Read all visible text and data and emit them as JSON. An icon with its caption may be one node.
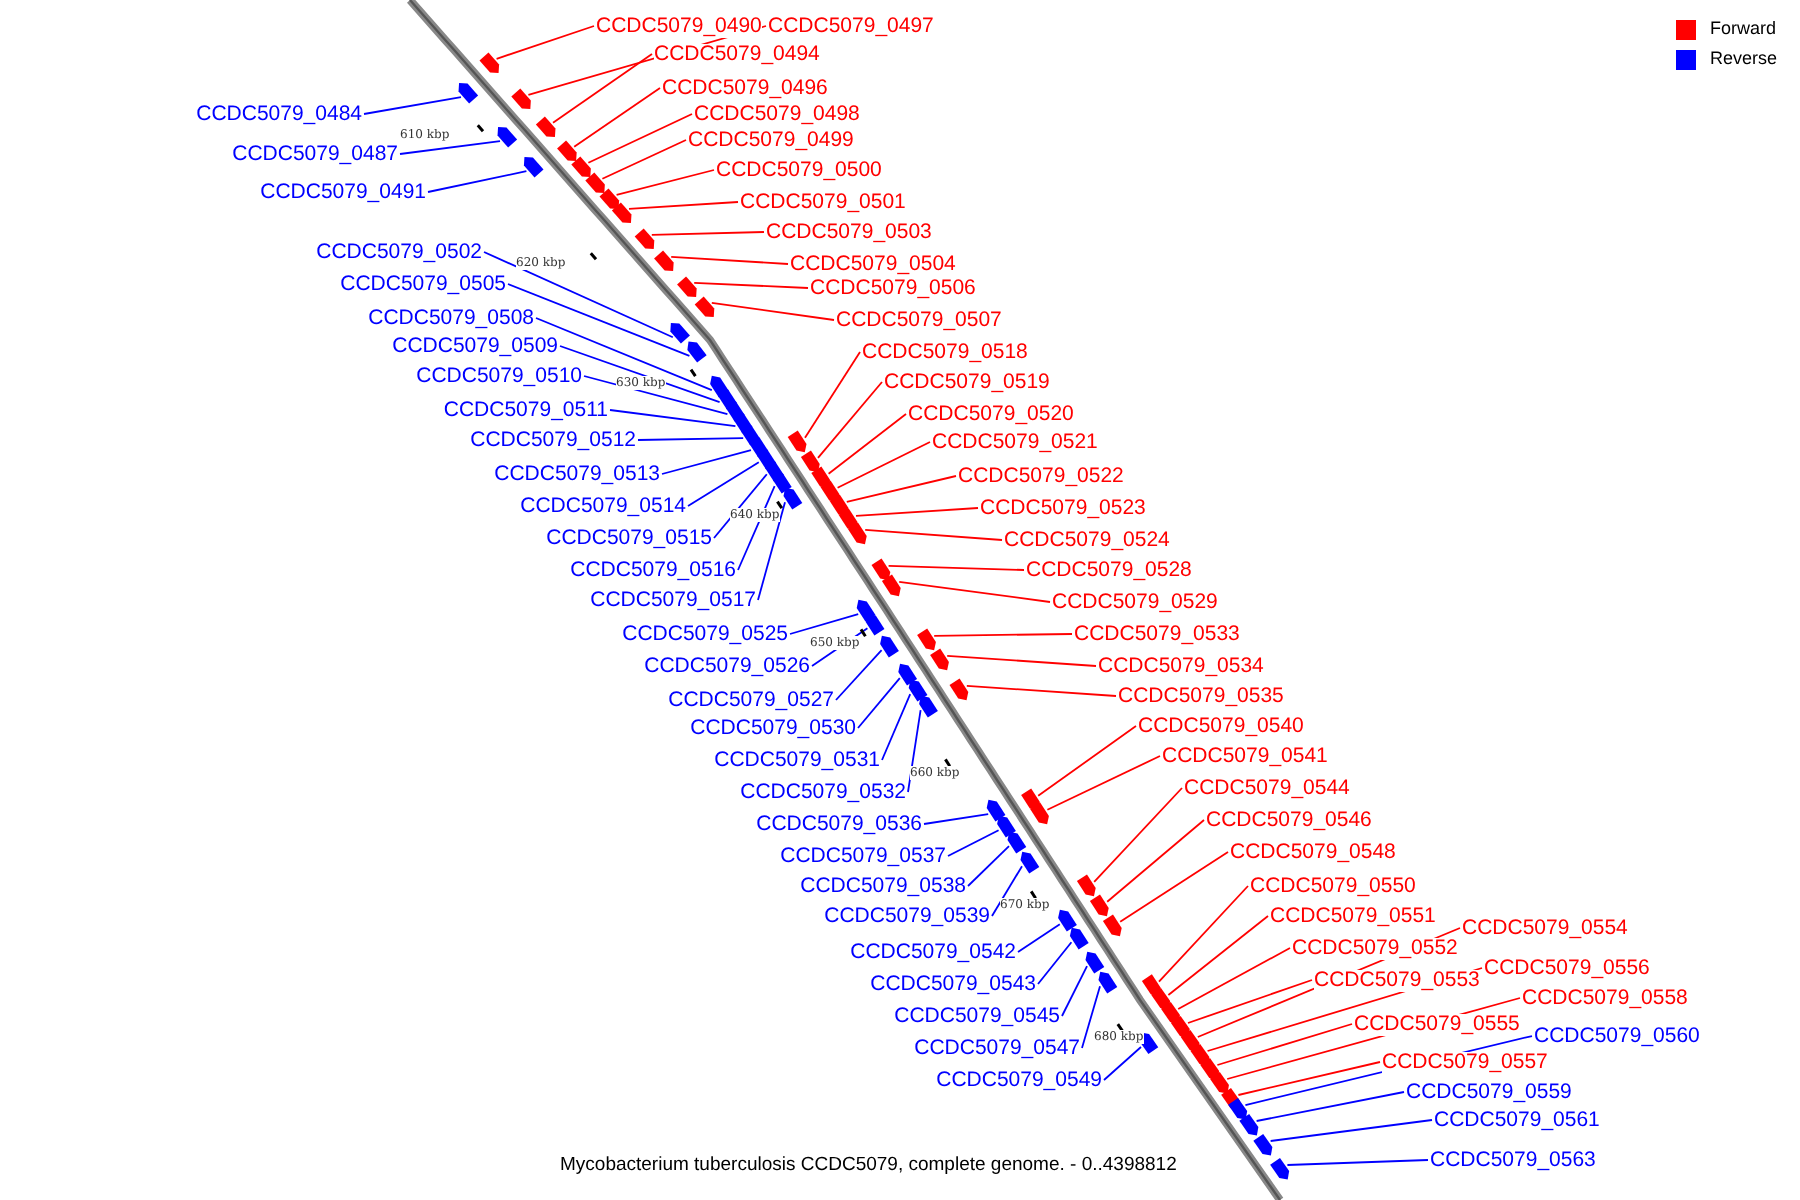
{
  "diagram": {
    "caption": "Mycobacterium tuberculosis CCDC5079, complete genome. - 0..4398812",
    "nodes": [
      {
        "text": [
          "CCDC5079_0490"
        ]
      },
      {
        "text": [
          "CCDC5079_0497"
        ]
      },
      {
        "text": [
          "CCDC5079_0494"
        ]
      },
      {
        "text": [
          "CCDC5079_0496"
        ]
      },
      {
        "text": [
          "CCDC5079_0498"
        ]
      },
      {
        "text": [
          "CCDC5079_0499"
        ]
      },
      {
        "text": [
          "CCDC5079_0500"
        ]
      },
      {
        "text": [
          "CCDC5079_0501"
        ]
      },
      {
        "text": [
          "CCDC5079_0503"
        ]
      },
      {
        "text": [
          "CCDC5079_0504"
        ]
      },
      {
        "text": [
          "CCDC5079_0506"
        ]
      },
      {
        "text": [
          "CCDC5079_0507"
        ]
      },
      {
        "text": [
          "CCDC5079_0518"
        ]
      },
      {
        "text": [
          "CCDC5079_0519"
        ]
      },
      {
        "text": [
          "CCDC5079_0520"
        ]
      },
      {
        "text": [
          "CCDC5079_0521"
        ]
      },
      {
        "text": [
          "CCDC5079_0522"
        ]
      },
      {
        "text": [
          "CCDC5079_0523"
        ]
      },
      {
        "text": [
          "CCDC5079_0524"
        ]
      },
      {
        "text": [
          "CCDC5079_0528"
        ]
      },
      {
        "text": [
          "CCDC5079_0529"
        ]
      },
      {
        "text": [
          "CCDC5079_0533"
        ]
      },
      {
        "text": [
          "CCDC5079_0534"
        ]
      },
      {
        "text": [
          "CCDC5079_0535"
        ]
      },
      {
        "text": [
          "CCDC5079_0540"
        ]
      },
      {
        "text": [
          "CCDC5079_0541"
        ]
      },
      {
        "text": [
          "CCDC5079_0544"
        ]
      },
      {
        "text": [
          "CCDC5079_0546"
        ]
      },
      {
        "text": [
          "CCDC5079_0548"
        ]
      },
      {
        "text": [
          "CCDC5079_0550"
        ]
      },
      {
        "text": [
          "CCDC5079_0551"
        ]
      },
      {
        "text": [
          "CCDC5079_0552"
        ]
      },
      {
        "text": [
          "CCDC5079_0553"
        ]
      },
      {
        "text": [
          "CCDC5079_0554"
        ]
      },
      {
        "text": [
          "CCDC5079_0556"
        ]
      },
      {
        "text": [
          "CCDC5079_0555"
        ]
      },
      {
        "text": [
          "CCDC5079_0558"
        ]
      },
      {
        "text": [
          "CCDC5079_0557"
        ]
      },
      {
        "text": [
          "CCDC5079_0484"
        ]
      },
      {
        "text": [
          "CCDC5079_0487"
        ]
      },
      {
        "text": [
          "CCDC5079_0491"
        ]
      },
      {
        "text": [
          "CCDC5079_0502"
        ]
      },
      {
        "text": [
          "CCDC5079_0505"
        ]
      },
      {
        "text": [
          "CCDC5079_0508"
        ]
      },
      {
        "text": [
          "CCDC5079_0509"
        ]
      },
      {
        "text": [
          "CCDC5079_0510"
        ]
      },
      {
        "text": [
          "CCDC5079_0511"
        ]
      },
      {
        "text": [
          "CCDC5079_0512"
        ]
      },
      {
        "text": [
          "CCDC5079_0513"
        ]
      },
      {
        "text": [
          "CCDC5079_0514"
        ]
      },
      {
        "text": [
          "CCDC5079_0515"
        ]
      },
      {
        "text": [
          "CCDC5079_0516"
        ]
      },
      {
        "text": [
          "CCDC5079_0517"
        ]
      },
      {
        "text": [
          "CCDC5079_0525"
        ]
      },
      {
        "text": [
          "CCDC5079_0526"
        ]
      },
      {
        "text": [
          "CCDC5079_0527"
        ]
      },
      {
        "text": [
          "CCDC5079_0530"
        ]
      },
      {
        "text": [
          "CCDC5079_0531"
        ]
      },
      {
        "text": [
          "CCDC5079_0532"
        ]
      },
      {
        "text": [
          "CCDC5079_0536"
        ]
      },
      {
        "text": [
          "CCDC5079_0537"
        ]
      },
      {
        "text": [
          "CCDC5079_0538"
        ]
      },
      {
        "text": [
          "CCDC5079_0539"
        ]
      },
      {
        "text": [
          "CCDC5079_0542"
        ]
      },
      {
        "text": [
          "CCDC5079_0543"
        ]
      },
      {
        "text": [
          "CCDC5079_0545"
        ]
      },
      {
        "text": [
          "CCDC5079_0547"
        ]
      },
      {
        "text": [
          "CCDC5079_0549"
        ]
      },
      {
        "text": [
          "CCDC5079_0560"
        ]
      },
      {
        "text": [
          "CCDC5079_0559"
        ]
      },
      {
        "text": [
          "CCDC5079_0561"
        ]
      },
      {
        "text": [
          "CCDC5079_0563"
        ]
      },
      {
        "text": [],
        "shape": "box"
      },
      {
        "text": [],
        "shape": "box"
      },
      {
        "text": [],
        "shape": "box"
      },
      {
        "text": [],
        "shape": "box"
      },
      {
        "text": [],
        "shape": "box"
      },
      {
        "text": [],
        "shape": "box"
      },
      {
        "text": [],
        "shape": "box"
      },
      {
        "text": [],
        "shape": "box"
      },
      {
        "text": [],
        "shape": "box"
      },
      {
        "text": [],
        "shape": "box"
      },
      {
        "text": [],
        "shape": "box"
      },
      {
        "text": [],
        "shape": "box"
      },
      {
        "text": [],
        "shape": "box"
      },
      {
        "text": [],
        "shape": "box"
      },
      {
        "text": [],
        "shape": "box"
      },
      {
        "text": [],
        "shape": "box"
      },
      {
        "text": [],
        "shape": "box"
      },
      {
        "text": [],
        "shape": "box"
      },
      {
        "text": [],
        "shape": "box"
      },
      {
        "text": [],
        "shape": "box"
      },
      {
        "text": [],
        "shape": "box"
      },
      {
        "text": [],
        "shape": "box"
      },
      {
        "text": [],
        "shape": "box"
      },
      {
        "text": [],
        "shape": "box"
      },
      {
        "text": [],
        "shape": "box"
      },
      {
        "text": [],
        "shape": "box"
      },
      {
        "text": [],
        "shape": "box"
      },
      {
        "text": [],
        "shape": "box"
      },
      {
        "text": [],
        "shape": "box"
      },
      {
        "text": [],
        "shape": "box"
      },
      {
        "text": [],
        "shape": "box"
      },
      {
        "text": [],
        "shape": "box"
      },
      {
        "text": [],
        "shape": "box"
      },
      {
        "text": [],
        "shape": "box"
      },
      {
        "text": [],
        "shape": "box"
      },
      {
        "text": [],
        "shape": "box"
      },
      {
        "text": [],
        "shape": "box"
      },
      {
        "text": [],
        "shape": "box"
      },
      {
        "text": [],
        "shape": "box"
      },
      {
        "text": [],
        "shape": "box"
      },
      {
        "text": [],
        "shape": "box"
      },
      {
        "text": [],
        "shape": "box"
      },
      {
        "text": [],
        "shape": "box"
      },
      {
        "text": [],
        "shape": "box"
      },
      {
        "text": [],
        "shape": "box"
      },
      {
        "text": [],
        "shape": "box"
      },
      {
        "text": [],
        "shape": "box"
      },
      {
        "text": [],
        "shape": "box"
      },
      {
        "text": [],
        "shape": "box"
      },
      {
        "text": [],
        "shape": "box"
      },
      {
        "text": [],
        "shape": "box"
      },
      {
        "text": [],
        "shape": "box"
      },
      {
        "text": [],
        "shape": "box"
      },
      {
        "text": [],
        "shape": "box"
      },
      {
        "text": [],
        "shape": "box"
      },
      {
        "text": [],
        "shape": "box"
      },
      {
        "text": [],
        "shape": "box"
      },
      {
        "text": [],
        "shape": "box"
      },
      {
        "text": [],
        "shape": "box"
      },
      {
        "text": [],
        "shape": "box"
      },
      {
        "text": [],
        "shape": "box"
      },
      {
        "text": [],
        "shape": "box"
      },
      {
        "text": [],
        "shape": "box"
      },
      {
        "text": [],
        "shape": "box"
      },
      {
        "text": [],
        "shape": "box"
      },
      {
        "text": [],
        "shape": "box"
      },
      {
        "text": [],
        "shape": "box"
      },
      {
        "text": [],
        "shape": "box"
      },
      {
        "text": [],
        "shape": "box"
      },
      {
        "text": [],
        "shape": "box"
      },
      {
        "text": [],
        "shape": "box"
      },
      {
        "text": [],
        "shape": "box"
      }
    ],
    "edges": [
      {
        "from": 0,
        "to": 72,
        "arrow": "none"
      },
      {
        "from": 1,
        "to": 73,
        "arrow": "none"
      },
      {
        "from": 2,
        "to": 74,
        "arrow": "none"
      },
      {
        "from": 3,
        "to": 75,
        "arrow": "none"
      },
      {
        "from": 4,
        "to": 76,
        "arrow": "none"
      },
      {
        "from": 5,
        "to": 77,
        "arrow": "none"
      },
      {
        "from": 6,
        "to": 78,
        "arrow": "none"
      },
      {
        "from": 7,
        "to": 79,
        "arrow": "none"
      },
      {
        "from": 8,
        "to": 80,
        "arrow": "none"
      },
      {
        "from": 9,
        "to": 81,
        "arrow": "none"
      },
      {
        "from": 10,
        "to": 82,
        "arrow": "none"
      },
      {
        "from": 11,
        "to": 83,
        "arrow": "none"
      },
      {
        "from": 12,
        "to": 84,
        "arrow": "none"
      },
      {
        "from": 13,
        "to": 85,
        "arrow": "none"
      },
      {
        "from": 14,
        "to": 86,
        "arrow": "none"
      },
      {
        "from": 15,
        "to": 87,
        "arrow": "none"
      },
      {
        "from": 16,
        "to": 88,
        "arrow": "none"
      },
      {
        "from": 17,
        "to": 89,
        "arrow": "none"
      },
      {
        "from": 18,
        "to": 90,
        "arrow": "none"
      },
      {
        "from": 19,
        "to": 91,
        "arrow": "none"
      },
      {
        "from": 20,
        "to": 92,
        "arrow": "none"
      },
      {
        "from": 21,
        "to": 93,
        "arrow": "none"
      },
      {
        "from": 22,
        "to": 94,
        "arrow": "none"
      },
      {
        "from": 23,
        "to": 95,
        "arrow": "none"
      },
      {
        "from": 24,
        "to": 96,
        "arrow": "none"
      },
      {
        "from": 25,
        "to": 97,
        "arrow": "none"
      },
      {
        "from": 26,
        "to": 98,
        "arrow": "none"
      },
      {
        "from": 27,
        "to": 99,
        "arrow": "none"
      },
      {
        "from": 28,
        "to": 100,
        "arrow": "none"
      },
      {
        "from": 29,
        "to": 101,
        "arrow": "none"
      },
      {
        "from": 30,
        "to": 102,
        "arrow": "none"
      },
      {
        "from": 31,
        "to": 103,
        "arrow": "none"
      },
      {
        "from": 32,
        "to": 104,
        "arrow": "none"
      },
      {
        "from": 33,
        "to": 105,
        "arrow": "none"
      },
      {
        "from": 34,
        "to": 106,
        "arrow": "none"
      },
      {
        "from": 35,
        "to": 107,
        "arrow": "none"
      },
      {
        "from": 36,
        "to": 108,
        "arrow": "none"
      },
      {
        "from": 37,
        "to": 109,
        "arrow": "none"
      },
      {
        "from": 38,
        "to": 110,
        "arrow": "none",
        "color": "#0000ff"
      },
      {
        "from": 39,
        "to": 111,
        "arrow": "none",
        "color": "#0000ff"
      },
      {
        "from": 40,
        "to": 112,
        "arrow": "none",
        "color": "#0000ff"
      },
      {
        "from": 41,
        "to": 113,
        "arrow": "none",
        "color": "#0000ff"
      },
      {
        "from": 42,
        "to": 114,
        "arrow": "none",
        "color": "#0000ff"
      },
      {
        "from": 43,
        "to": 115,
        "arrow": "none",
        "color": "#0000ff"
      },
      {
        "from": 44,
        "to": 116,
        "arrow": "none",
        "color": "#0000ff"
      },
      {
        "from": 45,
        "to": 117,
        "arrow": "none",
        "color": "#0000ff"
      },
      {
        "from": 46,
        "to": 118,
        "arrow": "none",
        "color": "#0000ff"
      },
      {
        "from": 47,
        "to": 119,
        "arrow": "none",
        "color": "#0000ff"
      },
      {
        "from": 48,
        "to": 120,
        "arrow": "none",
        "color": "#0000ff"
      },
      {
        "from": 49,
        "to": 121,
        "arrow": "none",
        "color": "#0000ff"
      },
      {
        "from": 50,
        "to": 122,
        "arrow": "none",
        "color": "#0000ff"
      },
      {
        "from": 51,
        "to": 123,
        "arrow": "none",
        "color": "#0000ff"
      },
      {
        "from": 52,
        "to": 124,
        "arrow": "none",
        "color": "#0000ff"
      },
      {
        "from": 53,
        "to": 125,
        "arrow": "none",
        "color": "#0000ff"
      },
      {
        "from": 54,
        "to": 126,
        "arrow": "none",
        "color": "#0000ff"
      },
      {
        "from": 55,
        "to": 127,
        "arrow": "none",
        "color": "#0000ff"
      },
      {
        "from": 56,
        "to": 128,
        "arrow": "none",
        "color": "#0000ff"
      },
      {
        "from": 57,
        "to": 129,
        "arrow": "none",
        "color": "#0000ff"
      },
      {
        "from": 58,
        "to": 130,
        "arrow": "none",
        "color": "#0000ff"
      },
      {
        "from": 59,
        "to": 131,
        "arrow": "none",
        "color": "#0000ff"
      },
      {
        "from": 60,
        "to": 132,
        "arrow": "none",
        "color": "#0000ff"
      },
      {
        "from": 61,
        "to": 133,
        "arrow": "none",
        "color": "#0000ff"
      },
      {
        "from": 62,
        "to": 134,
        "arrow": "none",
        "color": "#0000ff"
      },
      {
        "from": 63,
        "to": 135,
        "arrow": "none",
        "color": "#0000ff"
      },
      {
        "from": 64,
        "to": 136,
        "arrow": "none",
        "color": "#0000ff"
      },
      {
        "from": 65,
        "to": 137,
        "arrow": "none",
        "color": "#0000ff"
      },
      {
        "from": 66,
        "to": 138,
        "arrow": "none",
        "color": "#0000ff"
      },
      {
        "from": 67,
        "to": 139,
        "arrow": "none",
        "color": "#0000ff"
      },
      {
        "from": 68,
        "to": 140,
        "arrow": "none",
        "color": "#0000ff"
      },
      {
        "from": 69,
        "to": 141,
        "arrow": "none",
        "color": "#0000ff"
      },
      {
        "from": 70,
        "to": 142,
        "arrow": "none",
        "color": "#0000ff"
      },
      {
        "from": 71,
        "to": 143,
        "arrow": "none",
        "color": "#0000ff"
      }
    ],
    "labels": [
      "610 kbp",
      "620 kbp",
      "630 kbp",
      "640 kbp",
      "650 kbp",
      "660 kbp",
      "670 kbp",
      "680 kbp"
    ],
    "legend": [
      {
        "text": "Forward",
        "color": "#ff0000"
      },
      {
        "text": "Reverse",
        "color": "#0000ff"
      }
    ]
  }
}
